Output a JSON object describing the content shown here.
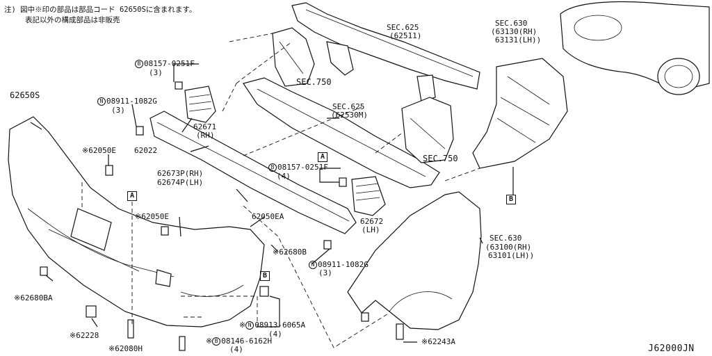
{
  "notes": {
    "line1": "注) 図中※印の部品は部品コード 62650Sに含まれます。",
    "line2": "表記以外の構成部品は非販売"
  },
  "labels": {
    "p62650S": "62650S",
    "p08157_top": "08157-0251F",
    "p08157_top_qty": "(3)",
    "p08157_top_badge": "B",
    "p08911_top": "08911-1082G",
    "p08911_top_qty": "(3)",
    "p08911_top_badge": "N",
    "sec750_top": "SEC.750",
    "sec625_top": "SEC.625",
    "sec625_top_sub": "(62511)",
    "sec630_top": "SEC.630",
    "sec630_top_rh": "(63130(RH)",
    "sec630_top_lh": "63131(LH))",
    "p62671": "62671",
    "p62671_rh": "(RH)",
    "sec625_mid": "SEC.625",
    "sec625_mid_sub": "(62530M)",
    "p62050E_a": "※62050E",
    "p62022": "62022",
    "boxA_1": "A",
    "p08157_mid": "08157-0251F",
    "p08157_mid_qty": "(4)",
    "p08157_mid_badge": "B",
    "sec750_mid": "SEC.750",
    "p62673P": "62673P(RH)",
    "p62674P": "62674P(LH)",
    "boxA_2": "A",
    "p62672": "62672",
    "p62672_lh": "(LH)",
    "boxB_1": "B",
    "p62050E_b": "※62050E",
    "p62050EA": "62050EA",
    "sec630_mid": "SEC.630",
    "sec630_mid_rh": "(63100(RH)",
    "sec630_mid_lh": "63101(LH))",
    "p62680B": "※62680B",
    "p08911_mid": "08911-1082G",
    "p08911_mid_qty": "(3)",
    "p08911_mid_badge": "N",
    "boxB_2": "B",
    "p62680BA": "※62680BA",
    "p08913": "※",
    "p08913_code": "08913-6065A",
    "p08913_qty": "(4)",
    "p08913_badge": "N",
    "p62228": "※62228",
    "p62243A": "※62243A",
    "p62080H": "※62080H",
    "p08146": "※",
    "p08146_code": "08146-6162H",
    "p08146_qty": "(4)",
    "p08146_badge": "B",
    "diagram_code": "J62000JN"
  }
}
